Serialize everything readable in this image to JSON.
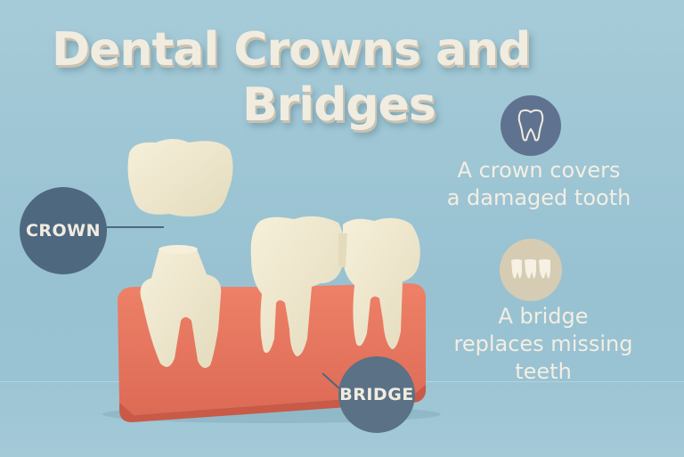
{
  "title": {
    "line1": "Dental Crowns and",
    "line2": "Bridges"
  },
  "labels": {
    "crown": "CROWN",
    "bridge": "BRIDGE"
  },
  "info": [
    {
      "icon": "tooth-icon",
      "text_line1": "A crown covers",
      "text_line2": "a damaged tooth"
    },
    {
      "icon": "three-teeth-icon",
      "text_line1": "A bridge",
      "text_line2": "replaces missing",
      "text_line3": "teeth"
    }
  ],
  "colors": {
    "background": "#a6cbd8",
    "gum": "#e8765f",
    "tooth": "#efe8d0",
    "badge_dark": "#4e6880",
    "text_cream": "#f1ece0"
  }
}
